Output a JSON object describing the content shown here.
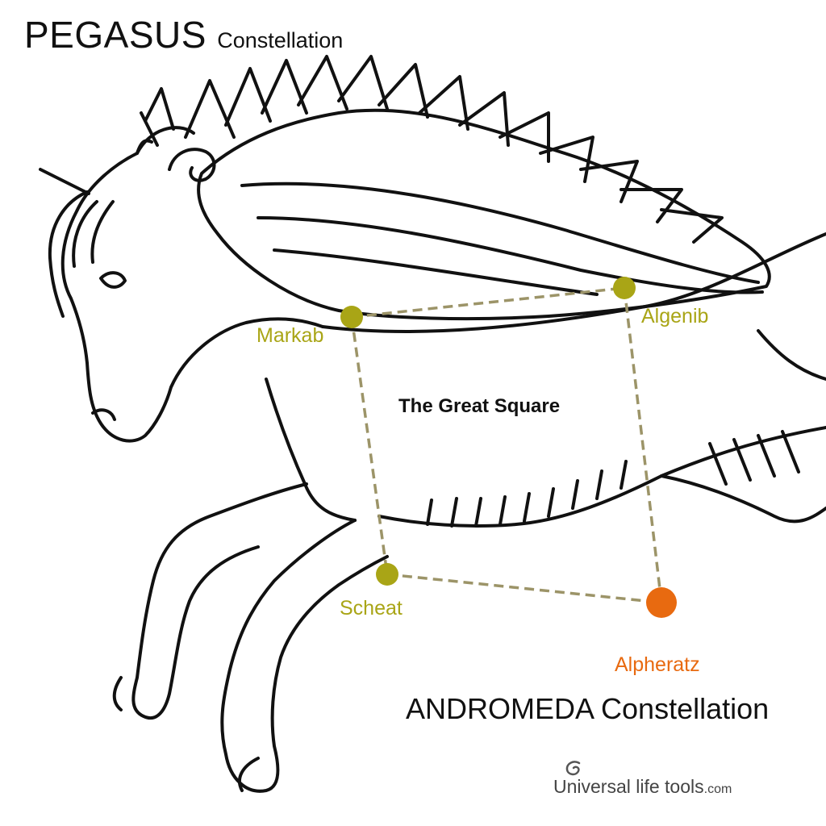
{
  "header": {
    "title": "PEGASUS",
    "title_suffix": "Constellation"
  },
  "diagram": {
    "square_label": "The Great Square",
    "stars": [
      {
        "name": "Markab",
        "color": "#a9a516",
        "kind": "pegasus"
      },
      {
        "name": "Algenib",
        "color": "#a9a516",
        "kind": "pegasus"
      },
      {
        "name": "Scheat",
        "color": "#a9a516",
        "kind": "pegasus"
      },
      {
        "name": "Alpheratz",
        "color": "#e86a10",
        "kind": "andromeda"
      }
    ],
    "line_color": "#9c9468",
    "neighbor_constellation": "ANDROMEDA Constellation"
  },
  "footer": {
    "brand": "Universal life tools",
    "brand_domain": ".com",
    "logo_icon": "swirl-logo-icon"
  }
}
